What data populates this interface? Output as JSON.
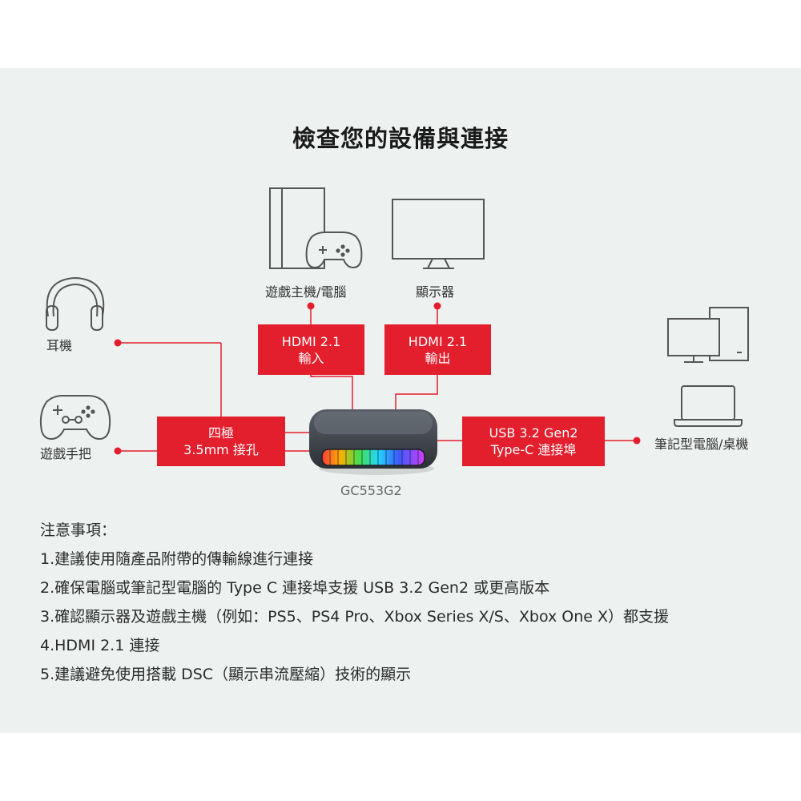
{
  "title": "檢查您的設備與連接",
  "devices": {
    "console_pc": "遊戲主機/電腦",
    "monitor": "顯示器",
    "headset": "耳機",
    "controller": "遊戲手把",
    "laptop_desktop": "筆記型電腦/桌機"
  },
  "ports": {
    "hdmi_in": {
      "line1": "HDMI 2.1",
      "line2": "輸入"
    },
    "hdmi_out": {
      "line1": "HDMI 2.1",
      "line2": "輸出"
    },
    "audio": {
      "line1": "四極",
      "line2": "3.5mm 接孔"
    },
    "usb": {
      "line1": "USB 3.2 Gen2",
      "line2": "Type-C 連接埠"
    }
  },
  "product_model": "GC553G2",
  "notes": {
    "heading": "注意事項：",
    "items": [
      "1.建議使用隨產品附帶的傳輸線進行連接",
      "2.確保電腦或筆記型電腦的 Type C 連接埠支援 USB 3.2 Gen2 或更高版本",
      "3.確認顯示器及遊戲主機（例如：PS5、PS4 Pro、Xbox Series X/S、Xbox One X）都支援",
      "4.HDMI 2.1 連接",
      "5.建議避免使用搭載 DSC（顯示串流壓縮）技術的顯示"
    ]
  },
  "colors": {
    "accent": "#e31e2d",
    "panel_bg": "#edf2f1",
    "icon_stroke": "#555555"
  },
  "icons": [
    "console-tower-icon",
    "gamepad-icon",
    "monitor-icon",
    "headphones-icon",
    "controller-icon",
    "desktop-pc-icon",
    "laptop-icon",
    "capture-device-icon"
  ]
}
